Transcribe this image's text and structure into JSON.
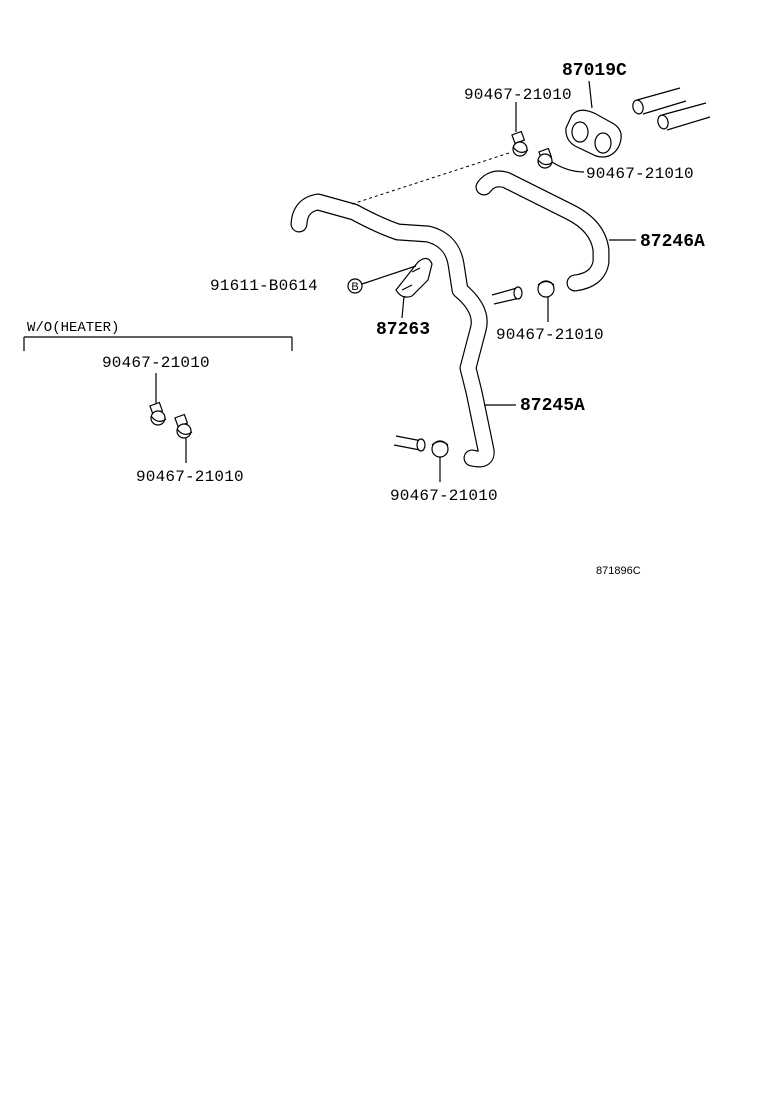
{
  "diagram": {
    "labels": {
      "grommet": "87019C",
      "clamp_top_left": "90467-21010",
      "clamp_top_right": "90467-21010",
      "hose_upper": "87246A",
      "bolt": "91611-B0614",
      "bolt_marker": "B",
      "bracket": "87263",
      "clamp_mid": "90467-21010",
      "hose_lower": "87245A",
      "clamp_bottom": "90467-21010",
      "wo_heater_group": "W/O(HEATER)",
      "wo_clamp_1": "90467-21010",
      "wo_clamp_2": "90467-21010",
      "figure_code": "871896C"
    }
  }
}
